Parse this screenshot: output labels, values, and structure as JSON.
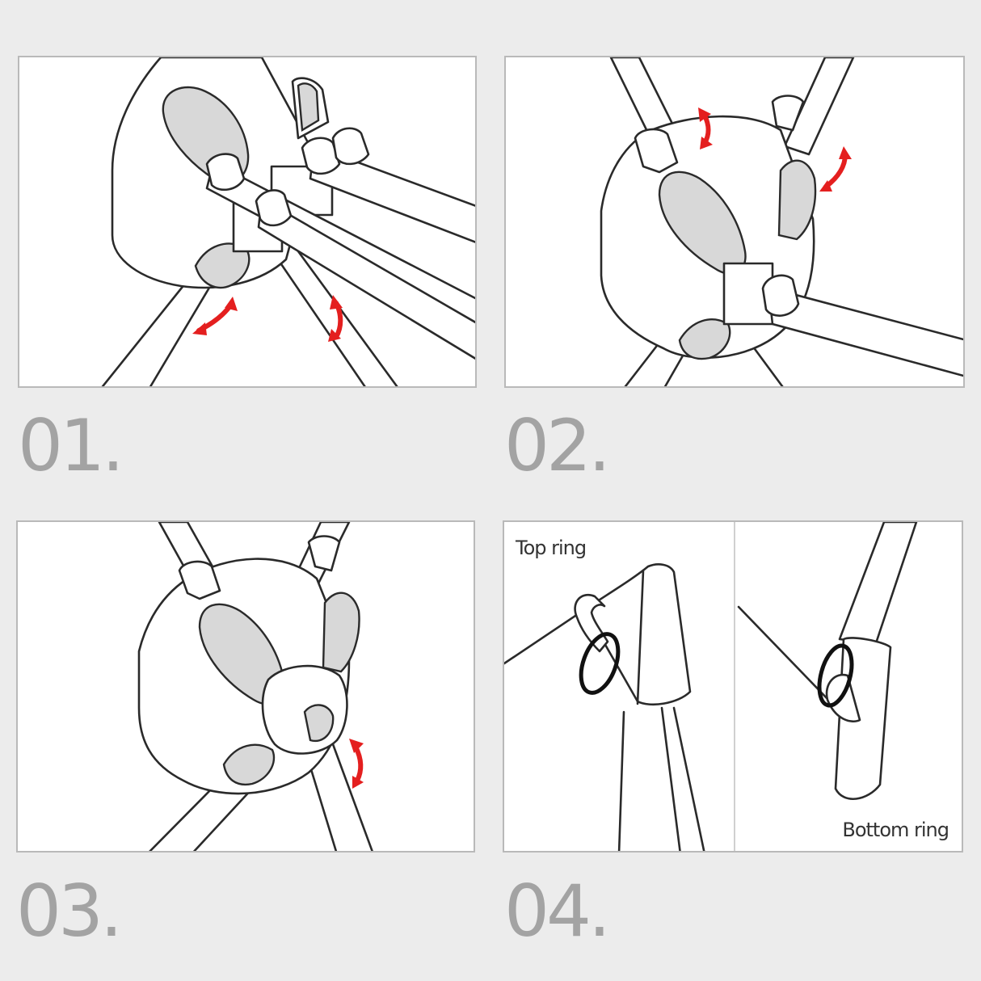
{
  "steps": [
    {
      "number": "01."
    },
    {
      "number": "02."
    },
    {
      "number": "03."
    },
    {
      "number": "04."
    }
  ],
  "step4": {
    "top_ring_label": "Top ring",
    "bottom_ring_label": "Bottom ring"
  },
  "colors": {
    "background": "#ececec",
    "panel": "#ffffff",
    "panel_border": "#b9b9b9",
    "line_art": "#2a2a2a",
    "rotation_arrows": "#e41f1f",
    "rings": "#111111",
    "step_numbers": "#a3a3a3"
  },
  "icons": [
    "rotate-arrow-icon",
    "ring-icon"
  ]
}
